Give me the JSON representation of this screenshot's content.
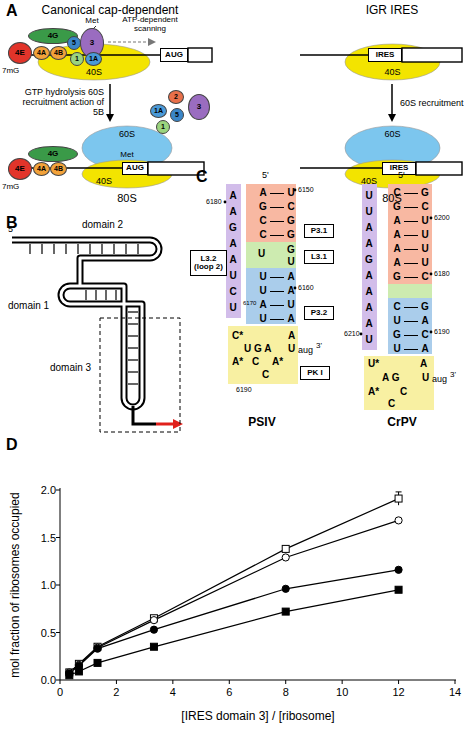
{
  "diagram": {
    "nodes": [
      {
        "text": [
          "40S"
        ]
      },
      {
        "text": [
          "4G"
        ]
      },
      {
        "text": [
          "4E"
        ]
      },
      {
        "text": [
          "4A"
        ]
      },
      {
        "text": [
          "4B"
        ]
      },
      {
        "text": [
          "3"
        ]
      },
      {
        "text": [
          "5"
        ]
      },
      {
        "text": [
          "1"
        ]
      },
      {
        "text": [
          "1A"
        ]
      },
      {
        "text": [
          "AUG"
        ]
      },
      {
        "text": [
          "2"
        ]
      },
      {
        "text": [
          "3"
        ]
      },
      {
        "text": [
          "5"
        ]
      },
      {
        "text": [
          "1A"
        ]
      },
      {
        "text": [
          "1"
        ]
      },
      {
        "text": [
          "60S"
        ]
      },
      {
        "text": [
          "40S"
        ]
      },
      {
        "text": [
          "AUG"
        ]
      },
      {
        "text": [
          "4G"
        ]
      },
      {
        "text": [
          "4E"
        ]
      },
      {
        "text": [
          "4A"
        ]
      },
      {
        "text": [
          "4B"
        ]
      },
      {
        "text": [
          "40S"
        ]
      },
      {
        "text": [
          "IRES"
        ]
      },
      {
        "text": [
          "60S"
        ]
      },
      {
        "text": [
          "40S"
        ]
      },
      {
        "text": [
          "IRES"
        ]
      },
      {
        "text": [
          "P3.1"
        ]
      },
      {
        "text": [
          "L3.1"
        ]
      },
      {
        "text": [
          "P3.2"
        ]
      },
      {
        "text": [
          "L3.2 (loop 2)"
        ]
      },
      {
        "text": [
          "PK I"
        ]
      }
    ],
    "labels": [
      "A",
      "Canonical cap-dependent",
      "IGR IRES",
      "Met",
      "7mG",
      "ATP-dependent scanning",
      "GTP hydrolysis 60S recruitment action of 5B",
      "Met",
      "7mG",
      "80S",
      "60S recruitment",
      "80S",
      "B",
      "5'",
      "domain 2",
      "domain 1",
      "domain 3",
      "C",
      "5'",
      "AGCC",
      "UCGG",
      "6150",
      "U",
      "GU",
      "UUAU",
      "AAUA",
      "6160",
      "6170",
      "AAGAAUCU",
      "6180",
      "C*",
      "A",
      "U G A",
      "U",
      "aug",
      "3'",
      "A*",
      "C",
      "A*",
      "C",
      "6190",
      "PSIV",
      "5'",
      "CGAAAAG",
      "GCUUUUC",
      "6200",
      "6180",
      "CUGU",
      "GACA",
      "6190",
      "UUAAGAAAAU",
      "6210",
      "U*",
      "A",
      "A G",
      "U",
      "aug",
      "3'",
      "A*",
      "C",
      "C",
      "CrPV",
      "D",
      "2.0",
      "1.5",
      "1.0",
      "0.5",
      "0.0",
      "0",
      "2",
      "4",
      "6",
      "8",
      "10",
      "12",
      "14",
      "mol fraction of ribosomes occupied",
      "[IRES domain 3] / [ribosome]"
    ]
  }
}
